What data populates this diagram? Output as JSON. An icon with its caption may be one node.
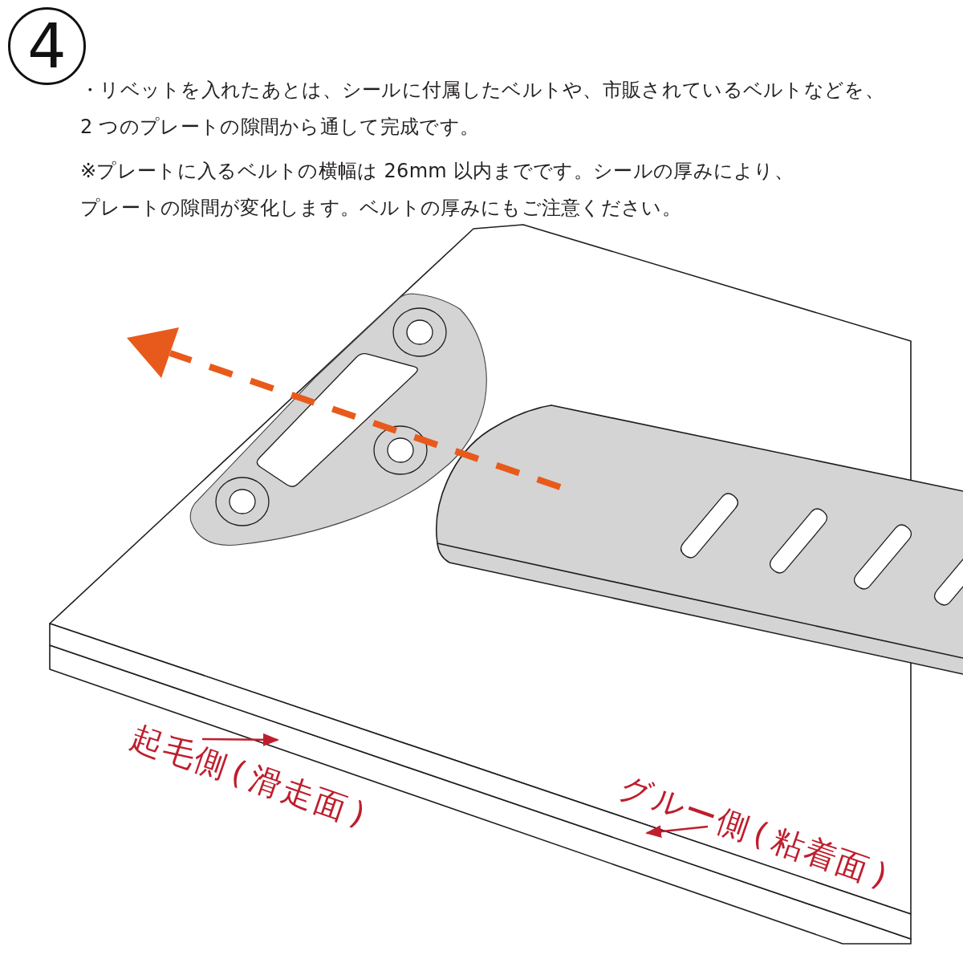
{
  "diagram": {
    "nodes": [
      {
        "text": [
          "4"
        ]
      },
      {
        "text": [
          "起毛側 ( 滑走面 )"
        ]
      },
      {
        "text": [],
        "shape": "bar"
      },
      {
        "text": [
          "グルー側 ( 粘着面 )"
        ]
      },
      {
        "text": [],
        "shape": "bar"
      }
    ],
    "edges": [
      {
        "from": 1,
        "to": 2,
        "arrow": "to"
      },
      {
        "from": 3,
        "to": 4,
        "arrow": "to"
      }
    ],
    "labels": [
      "・リベットを入れたあとは、シールに付属したベルトや、市販されているベルトなどを、2 つのプレートの隙間から通して完成です。",
      "※プレートに入るベルトの横幅は 26mm 以内までです。シールの厚みにより、プレートの隙間が変化します。ベルトの厚みにもご注意ください。"
    ]
  }
}
